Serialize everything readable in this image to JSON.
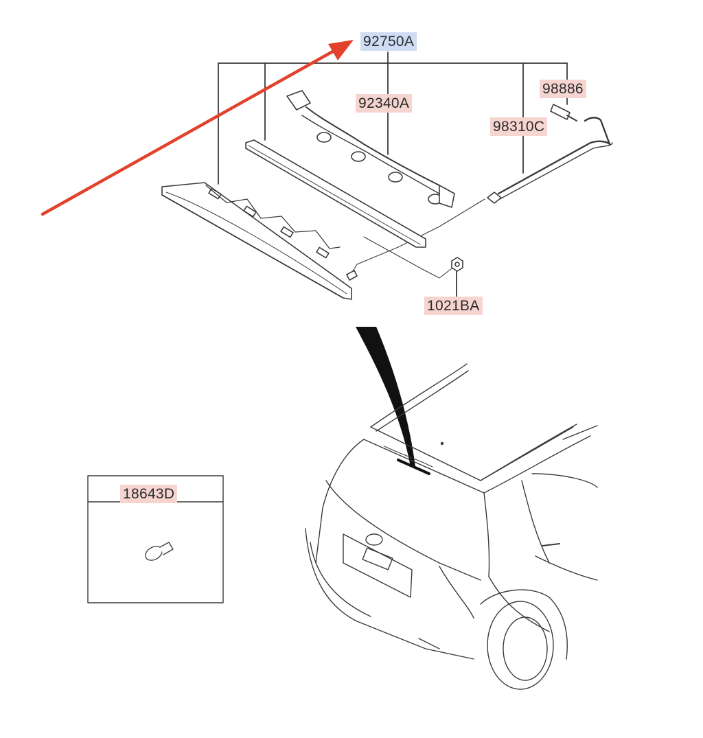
{
  "labels": {
    "assembly": "92750A",
    "harness": "92340A",
    "connector": "98886",
    "hose": "98310C",
    "nut": "1021BA",
    "bulb": "18643D"
  },
  "colors": {
    "assembly_highlight": "#cfdcf4",
    "part_highlight": "#f6d4d0",
    "pointer_arrow": "#e2412b",
    "line_art": "#3a3a3a"
  }
}
